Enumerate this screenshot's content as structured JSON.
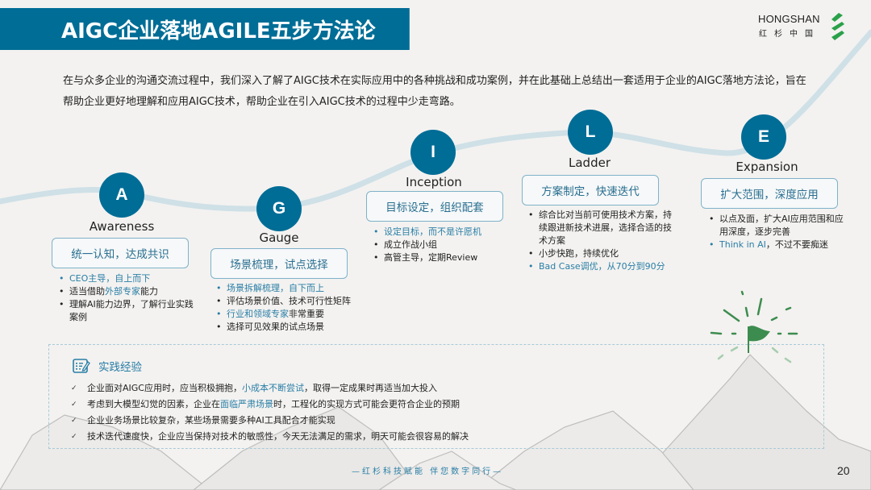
{
  "header": {
    "title": "AIGC企业落地AGILE五步方法论",
    "logo_en": "HONGSHAN",
    "logo_cn": "红杉中国"
  },
  "intro": "在与众多企业的沟通交流过程中，我们深入了解了AIGC技术在实际应用中的各种挑战和成功案例，并在此基础上总结出一套适用于企业的AIGC落地方法论，旨在帮助企业更好地理解和应用AIGC技术，帮助企业在引入AIGC技术的过程中少走弯路。",
  "colors": {
    "primary": "#006d96",
    "highlight": "#2a7ea6",
    "flag": "#3d8c4f",
    "path": "#cfe0e7"
  },
  "steps": [
    {
      "letter": "A",
      "name": "Awareness",
      "box": "统一认知，达成共识",
      "bullets": [
        {
          "pre": "",
          "hl": "CEO主导，自上而下",
          "post": "",
          "blue": true
        },
        {
          "pre": "适当借助",
          "hl": "外部专家",
          "post": "能力",
          "blue": false
        },
        {
          "pre": "理解AI能力边界，了解行业实践案例",
          "hl": "",
          "post": "",
          "blue": false
        }
      ]
    },
    {
      "letter": "G",
      "name": "Gauge",
      "box": "场景梳理，试点选择",
      "bullets": [
        {
          "pre": "",
          "hl": "场景拆解梳理，自下而上",
          "post": "",
          "blue": true
        },
        {
          "pre": "评估场景价值、技术可行性矩阵",
          "hl": "",
          "post": "",
          "blue": false
        },
        {
          "pre": "",
          "hl": "行业和领域专家",
          "post": "非常重要",
          "blue": true
        },
        {
          "pre": "选择可见效果的试点场景",
          "hl": "",
          "post": "",
          "blue": false
        }
      ]
    },
    {
      "letter": "I",
      "name": "Inception",
      "box": "目标设定，组织配套",
      "bullets": [
        {
          "pre": "",
          "hl": "设定目标，而不是许愿机",
          "post": "",
          "blue": true
        },
        {
          "pre": "成立作战小组",
          "hl": "",
          "post": "",
          "blue": false
        },
        {
          "pre": "高管主导，定期Review",
          "hl": "",
          "post": "",
          "blue": false
        }
      ]
    },
    {
      "letter": "L",
      "name": "Ladder",
      "box": "方案制定，快速迭代",
      "bullets": [
        {
          "pre": "综合比对当前可使用技术方案，持续跟进新技术进展，选择合适的技术方案",
          "hl": "",
          "post": "",
          "blue": false
        },
        {
          "pre": "小步快跑，持续优化",
          "hl": "",
          "post": "",
          "blue": false
        },
        {
          "pre": "",
          "hl": "Bad Case调优，从70分到90分",
          "post": "",
          "blue": true
        }
      ]
    },
    {
      "letter": "E",
      "name": "Expansion",
      "box": "扩大范围，深度应用",
      "bullets": [
        {
          "pre": "以点及面，扩大AI应用范围和应用深度，逐步完善",
          "hl": "",
          "post": "",
          "blue": false
        },
        {
          "pre": "",
          "hl": "Think in AI",
          "post": "，不过不要痴迷",
          "blue": true
        }
      ]
    }
  ],
  "experience": {
    "title": "实践经验",
    "icon": "checklist-edit-icon",
    "items": [
      {
        "pre": "企业面对AIGC应用时，应当积极拥抱，",
        "hl": "小成本不断尝试",
        "post": "，取得一定成果时再适当加大投入"
      },
      {
        "pre": "考虑到大模型幻觉的因素，企业在",
        "hl": "面临严肃场景",
        "post": "时，工程化的实现方式可能会更符合企业的预期"
      },
      {
        "pre": "企业业务场景比较复杂，某些场景需要多种AI工具配合才能实现",
        "hl": "",
        "post": ""
      },
      {
        "pre": "技术迭代速度快，企业应当保持对技术的敏感性，今天无法满足的需求，明天可能会很容易的解决",
        "hl": "",
        "post": ""
      }
    ]
  },
  "footer": {
    "slogan": "—红杉科技赋能   伴您数字同行—",
    "page": "20"
  }
}
